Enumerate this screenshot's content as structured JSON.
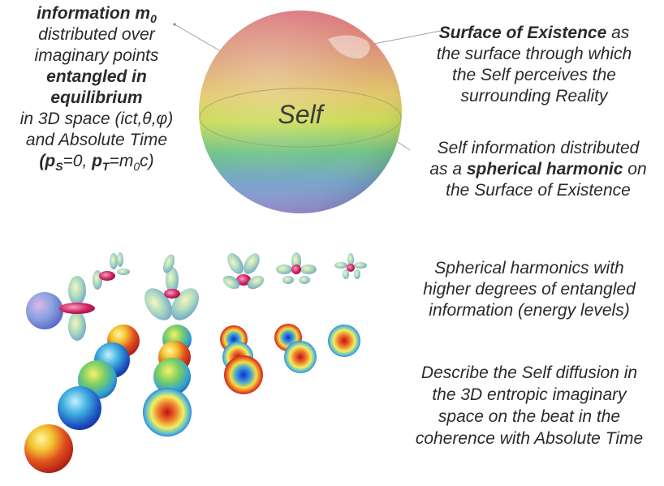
{
  "left": {
    "l1_bold": "information m",
    "l1_sub": "0",
    "l2": "distributed over",
    "l3": "imaginary points",
    "l4": "entangled in",
    "l5": "equilibrium",
    "l6": "in 3D space (ict,θ,φ)",
    "l7": "and Absolute Time",
    "l8_p": "p",
    "l8_s": "S",
    "l8_mid": "=0, ",
    "l8_p2": "p",
    "l8_t": "T",
    "l8_eq": "=m",
    "l8_0": "0",
    "l8_c": "c)",
    "l8_open": "("
  },
  "sphere_label": "Self",
  "surface": {
    "bold": "Surface of Existence",
    "rest1": " as",
    "l2": "the surface through which",
    "l3": "the Self perceives the",
    "l4": "surrounding Reality"
  },
  "harmonic": {
    "l1": "Self information distributed",
    "l2_pre": "as a ",
    "l2_bold": "spherical harmonic",
    "l2_post": " on",
    "l3": "the Surface of Existence"
  },
  "higher": {
    "l1": "Spherical harmonics with",
    "l2": "higher degrees of entangled",
    "l3": "information (energy levels)"
  },
  "diffusion": {
    "l1": "Describe the Self diffusion in",
    "l2": "the 3D entropic imaginary",
    "l3": "space on the beat in the",
    "l4": "coherence with Absolute Time"
  },
  "colors": {
    "sphere_top": "#d47f7f",
    "sphere_mid": "#cfe04a",
    "sphere_low": "#5fc08a",
    "sphere_bottom": "#8a8fd0"
  }
}
